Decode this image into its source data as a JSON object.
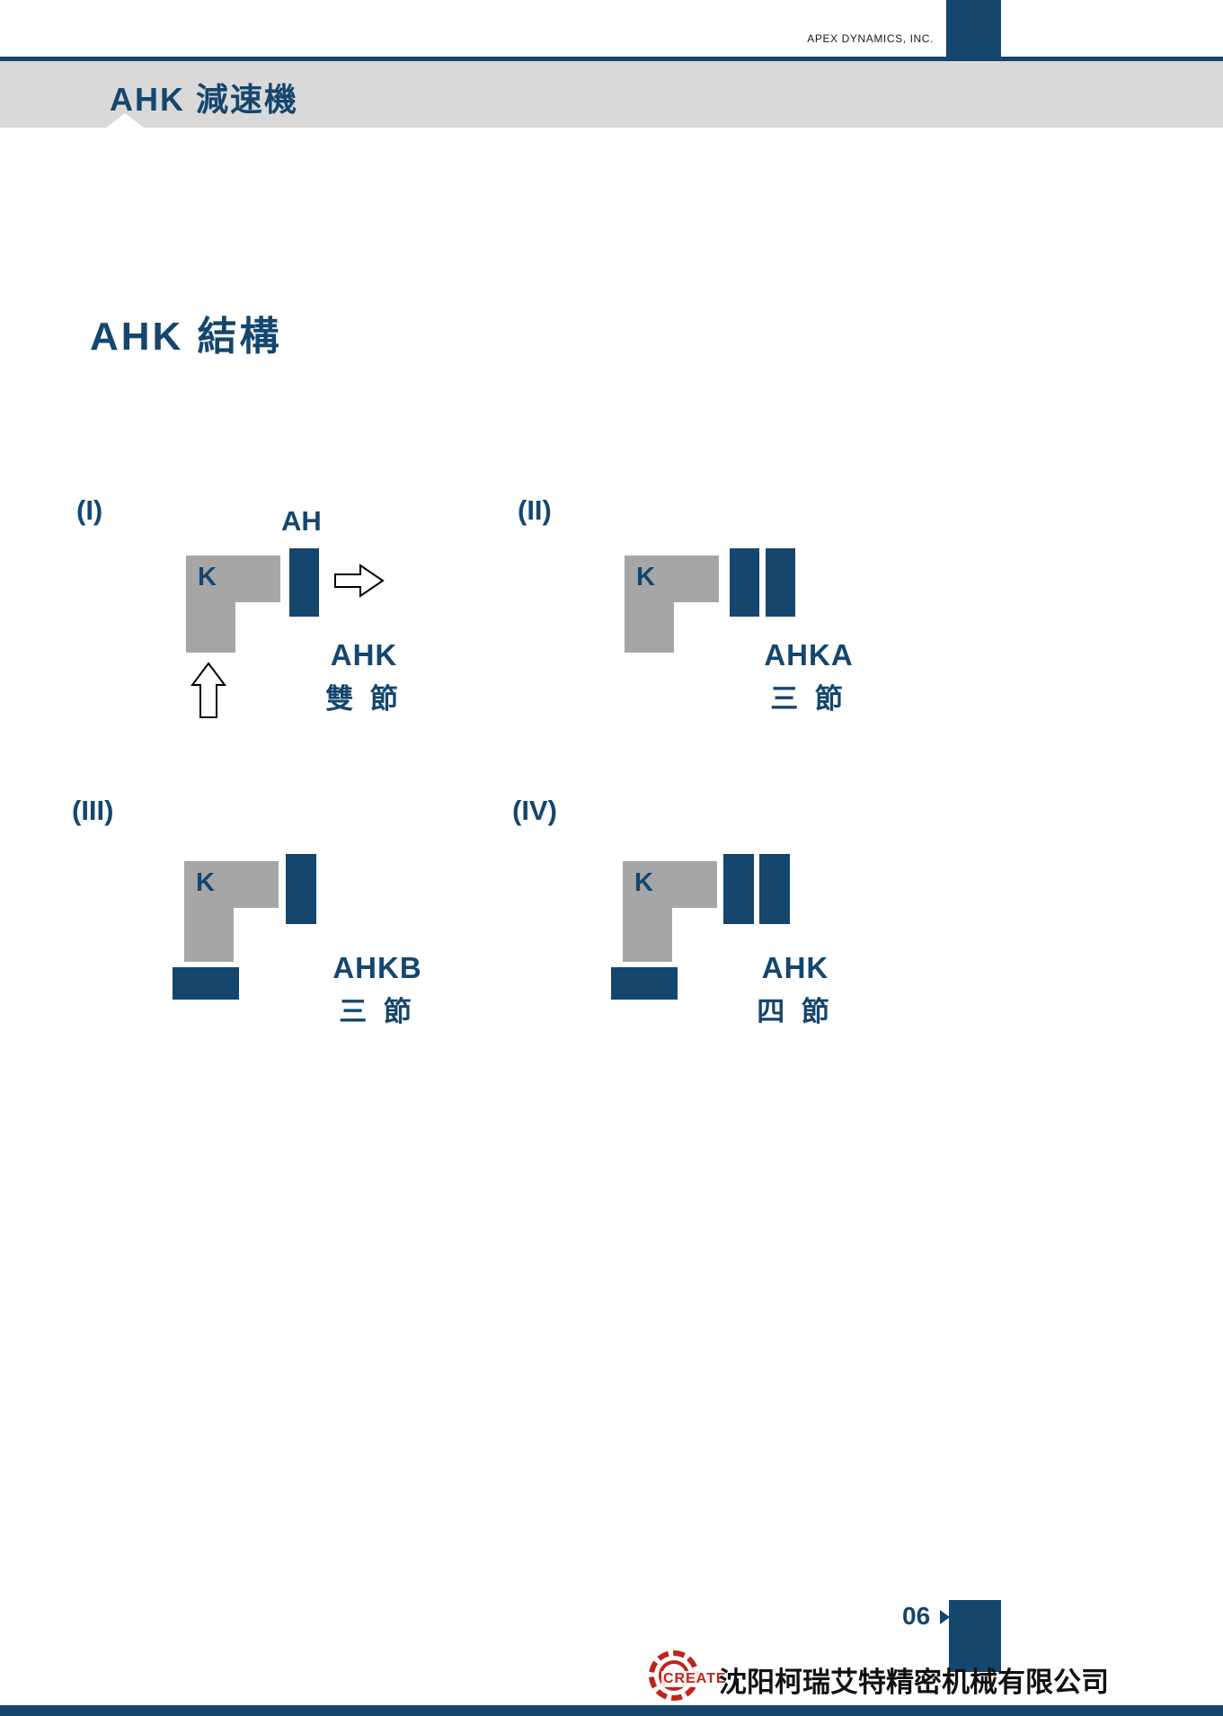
{
  "colors": {
    "navy": "#14466e",
    "gray": "#a6a6a6",
    "banner": "#d9d9d9",
    "red": "#c0251c"
  },
  "header": {
    "company": "APEX DYNAMICS, INC.",
    "banner_title": "AHK 減速機"
  },
  "section": {
    "title": "AHK 結構"
  },
  "diagrams": [
    {
      "index": "(I)",
      "shaft_label": "AH",
      "k": "K",
      "code": "AHK",
      "stages": "雙 節"
    },
    {
      "index": "(II)",
      "k": "K",
      "code": "AHKA",
      "stages": "三 節"
    },
    {
      "index": "(III)",
      "k": "K",
      "code": "AHKB",
      "stages": "三 節"
    },
    {
      "index": "(IV)",
      "k": "K",
      "code": "AHK",
      "stages": "四 節"
    }
  ],
  "footer": {
    "page_number": "06",
    "logo": "CREATE",
    "company": "沈阳柯瑞艾特精密机械有限公司"
  }
}
